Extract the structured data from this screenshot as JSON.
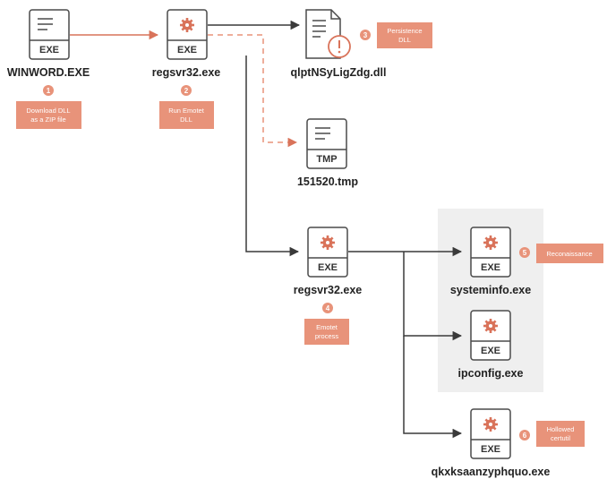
{
  "colors": {
    "accent": "#e8937a",
    "accent_dark": "#d9735a",
    "line": "#3a3a3a",
    "icon_stroke": "#4a4a4a",
    "group_bg": "#efefef"
  },
  "nodes": {
    "winword": {
      "name": "WINWORD.EXE",
      "badge": "EXE",
      "icon": "text-lines-icon"
    },
    "regsvr_a": {
      "name": "regsvr32.exe",
      "badge": "EXE",
      "icon": "gear-icon"
    },
    "dll": {
      "name": "qlptNSyLigZdg.dll",
      "icon": "document-warning-icon"
    },
    "tmp": {
      "name": "151520.tmp",
      "badge": "TMP",
      "icon": "text-lines-icon"
    },
    "regsvr_b": {
      "name": "regsvr32.exe",
      "badge": "EXE",
      "icon": "gear-icon"
    },
    "systeminfo": {
      "name": "systeminfo.exe",
      "badge": "EXE",
      "icon": "gear-icon"
    },
    "ipconfig": {
      "name": "ipconfig.exe",
      "badge": "EXE",
      "icon": "gear-icon"
    },
    "qkx": {
      "name": "qkxksaanzyphquo.exe",
      "badge": "EXE",
      "icon": "gear-icon"
    }
  },
  "steps": [
    {
      "num": "1",
      "lines": [
        "Download DLL",
        "as a ZIP file"
      ]
    },
    {
      "num": "2",
      "lines": [
        "Run Emotet",
        "DLL"
      ]
    },
    {
      "num": "3",
      "lines": [
        "Persistence",
        "DLL"
      ]
    },
    {
      "num": "4",
      "lines": [
        "Emotet",
        "process"
      ]
    },
    {
      "num": "5",
      "lines": [
        "Reconaissance"
      ]
    },
    {
      "num": "6",
      "lines": [
        "Hollowed",
        "certutil"
      ]
    }
  ]
}
